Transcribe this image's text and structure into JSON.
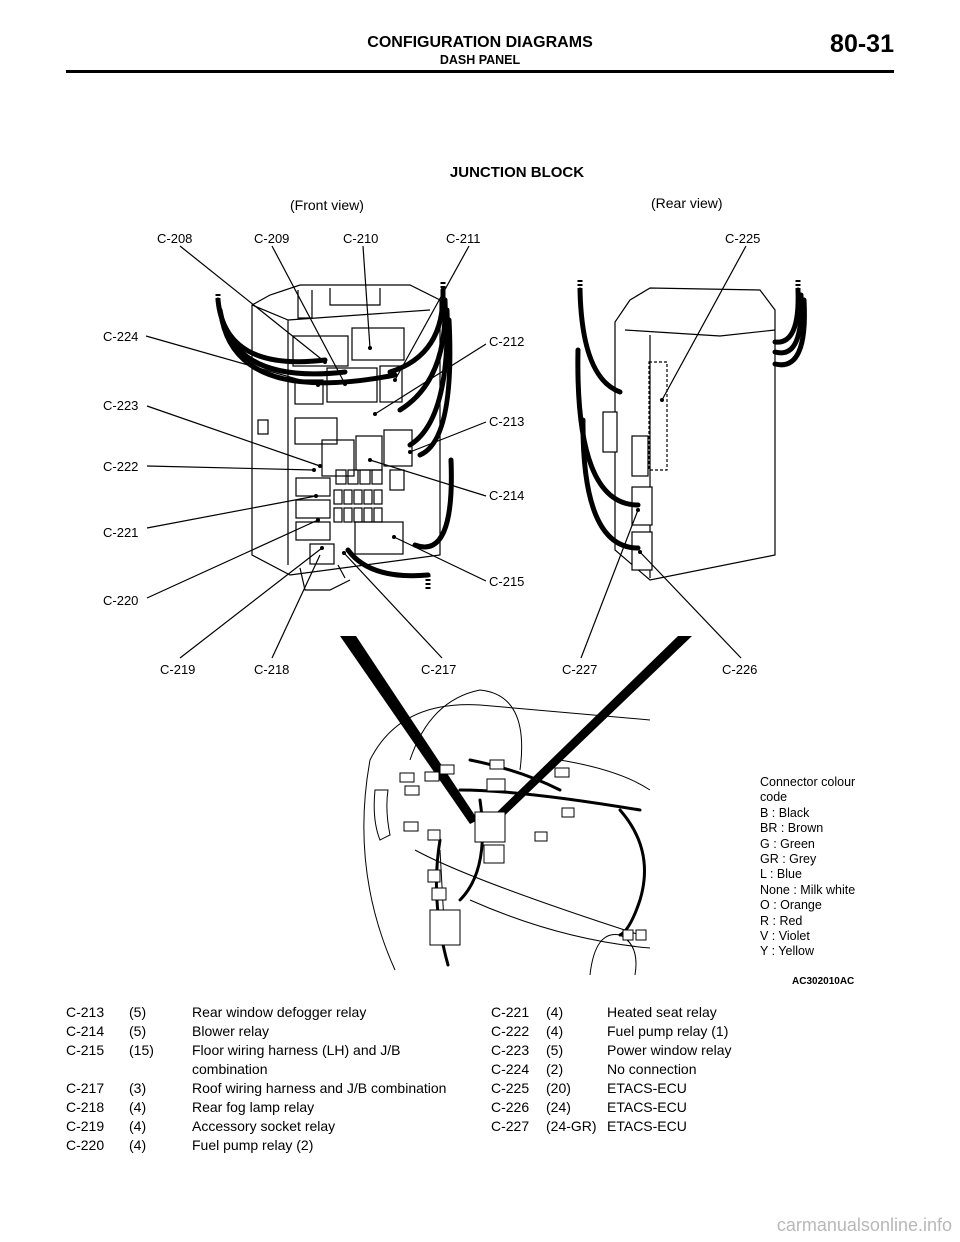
{
  "header": {
    "title": "CONFIGURATION DIAGRAMS",
    "subtitle": "DASH PANEL",
    "page_number": "80-31"
  },
  "diagram": {
    "title": "JUNCTION BLOCK",
    "front_view_label": "(Front view)",
    "rear_view_label": "(Rear view)",
    "callouts": {
      "c208": "C-208",
      "c209": "C-209",
      "c210": "C-210",
      "c211": "C-211",
      "c212": "C-212",
      "c213": "C-213",
      "c214": "C-214",
      "c215": "C-215",
      "c217": "C-217",
      "c218": "C-218",
      "c219": "C-219",
      "c220": "C-220",
      "c221": "C-221",
      "c222": "C-222",
      "c223": "C-223",
      "c224": "C-224",
      "c225": "C-225",
      "c226": "C-226",
      "c227": "C-227"
    },
    "figure_code": "AC302010AC"
  },
  "legend": {
    "title_line1": "Connector colour",
    "title_line2": "code",
    "items": [
      "B : Black",
      "BR : Brown",
      "G : Green",
      "GR : Grey",
      "L : Blue",
      "None : Milk white",
      "O : Orange",
      "R : Red",
      "V : Violet",
      "Y : Yellow"
    ]
  },
  "connector_list_left": [
    {
      "id": "C-213",
      "pins": "(5)",
      "desc": "Rear window defogger relay"
    },
    {
      "id": "C-214",
      "pins": "(5)",
      "desc": "Blower relay"
    },
    {
      "id": "C-215",
      "pins": "(15)",
      "desc": "Floor wiring harness (LH) and J/B combination"
    },
    {
      "id": "C-217",
      "pins": "(3)",
      "desc": "Roof wiring harness and J/B combination"
    },
    {
      "id": "C-218",
      "pins": "(4)",
      "desc": "Rear fog lamp relay"
    },
    {
      "id": "C-219",
      "pins": "(4)",
      "desc": "Accessory socket relay"
    },
    {
      "id": "C-220",
      "pins": "(4)",
      "desc": "Fuel pump relay (2)"
    }
  ],
  "connector_list_right": [
    {
      "id": "C-221",
      "pins": "(4)",
      "desc": "Heated seat relay"
    },
    {
      "id": "C-222",
      "pins": "(4)",
      "desc": "Fuel pump relay (1)"
    },
    {
      "id": "C-223",
      "pins": "(5)",
      "desc": "Power window relay"
    },
    {
      "id": "C-224",
      "pins": "(2)",
      "desc": "No connection"
    },
    {
      "id": "C-225",
      "pins": "(20)",
      "desc": "ETACS-ECU"
    },
    {
      "id": "C-226",
      "pins": "(24)",
      "desc": "ETACS-ECU"
    },
    {
      "id": "C-227",
      "pins": "(24-GR)",
      "desc": "ETACS-ECU"
    }
  ],
  "watermark": "carmanualsonline.info"
}
